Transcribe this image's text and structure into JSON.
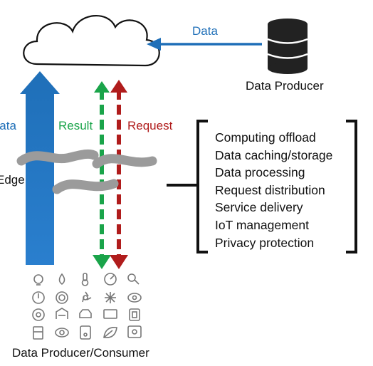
{
  "labels": {
    "cloud_data": "Data",
    "left_data": "Data",
    "result": "Result",
    "request": "Request",
    "edge": "Edge",
    "data_producer": "Data Producer",
    "producer_consumer": "Data Producer/Consumer"
  },
  "capabilities": [
    "Computing offload",
    "Data caching/storage",
    "Data processing",
    "Request distribution",
    "Service delivery",
    "IoT management",
    "Privacy protection"
  ],
  "colors": {
    "data_blue": "#1f6fb8",
    "result_green": "#1aa44a",
    "request_red": "#b01c1c",
    "edge_wave_gray": "#9b9b9b"
  },
  "device_icons": [
    "lightbulb-icon",
    "water-drop-icon",
    "thermometer-icon",
    "gauge-icon",
    "key-icon",
    "power-icon",
    "wifi-icon",
    "fan-icon",
    "snowflake-icon",
    "eye-icon",
    "target-icon",
    "garage-icon",
    "car-icon",
    "tv-icon",
    "switch-icon",
    "fridge-icon",
    "camera-icon",
    "phone-icon",
    "leaf-icon",
    "tablet-icon"
  ]
}
